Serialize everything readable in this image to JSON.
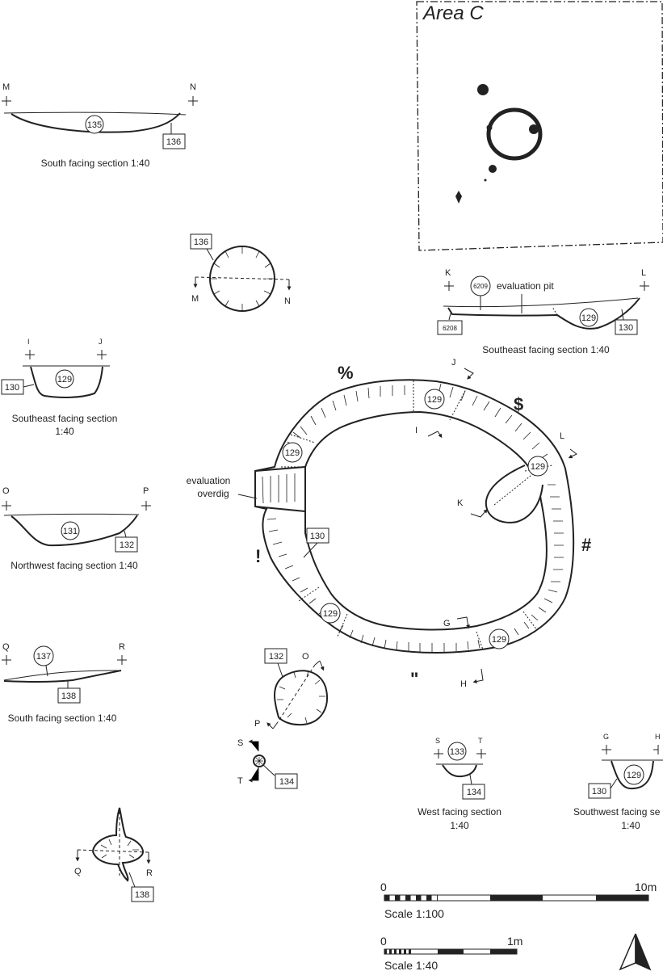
{
  "area_title": "Area C",
  "sections": {
    "mn": {
      "left": "M",
      "right": "N",
      "fill": "135",
      "cut": "136",
      "caption": "South facing section 1:40"
    },
    "kl": {
      "left": "K",
      "right": "L",
      "fill_a": "6209",
      "cut_a": "6208",
      "fill_b": "129",
      "cut_b": "130",
      "note": "evaluation pit",
      "caption": "Southeast facing section 1:40"
    },
    "ij": {
      "left": "I",
      "right": "J",
      "fill": "129",
      "cut": "130",
      "caption_1": "Southeast facing section",
      "caption_2": "1:40"
    },
    "op": {
      "left": "O",
      "right": "P",
      "fill": "131",
      "cut": "132",
      "caption": "Northwest facing section 1:40"
    },
    "qr": {
      "left": "Q",
      "right": "R",
      "fill": "137",
      "cut": "138",
      "caption": "South facing section 1:40"
    },
    "st": {
      "left": "S",
      "right": "T",
      "fill": "133",
      "cut": "134",
      "caption_1": "West facing section",
      "caption_2": "1:40"
    },
    "gh": {
      "left": "G",
      "right": "H",
      "fill": "129",
      "cut": "130",
      "caption_1": "Southwest facing se",
      "caption_2": "1:40"
    }
  },
  "plans": {
    "pit136": {
      "cut": "136",
      "left": "M",
      "right": "N"
    },
    "pit132": {
      "cut": "132",
      "top": "O",
      "bottom": "P"
    },
    "pit134": {
      "cut": "134",
      "top": "S",
      "bottom": "T"
    },
    "pit138": {
      "cut": "138",
      "left": "Q",
      "right": "R"
    }
  },
  "ring": {
    "fills": [
      "129",
      "129",
      "129",
      "129",
      "129"
    ],
    "cut": "130",
    "overdig": [
      "evaluation",
      "overdig"
    ],
    "segment_marks": {
      "north": "%",
      "northeast": "$",
      "east": "#",
      "south": "\"",
      "west": "!"
    },
    "section_letters": {
      "i": "I",
      "j": "J",
      "k": "K",
      "l": "L",
      "g": "G",
      "h": "H"
    }
  },
  "scales": {
    "s100": {
      "start": "0",
      "end": "10m",
      "label": "Scale 1:100"
    },
    "s40": {
      "start": "0",
      "end": "1m",
      "label": "Scale 1:40"
    }
  },
  "north_arrow": "north-arrow"
}
